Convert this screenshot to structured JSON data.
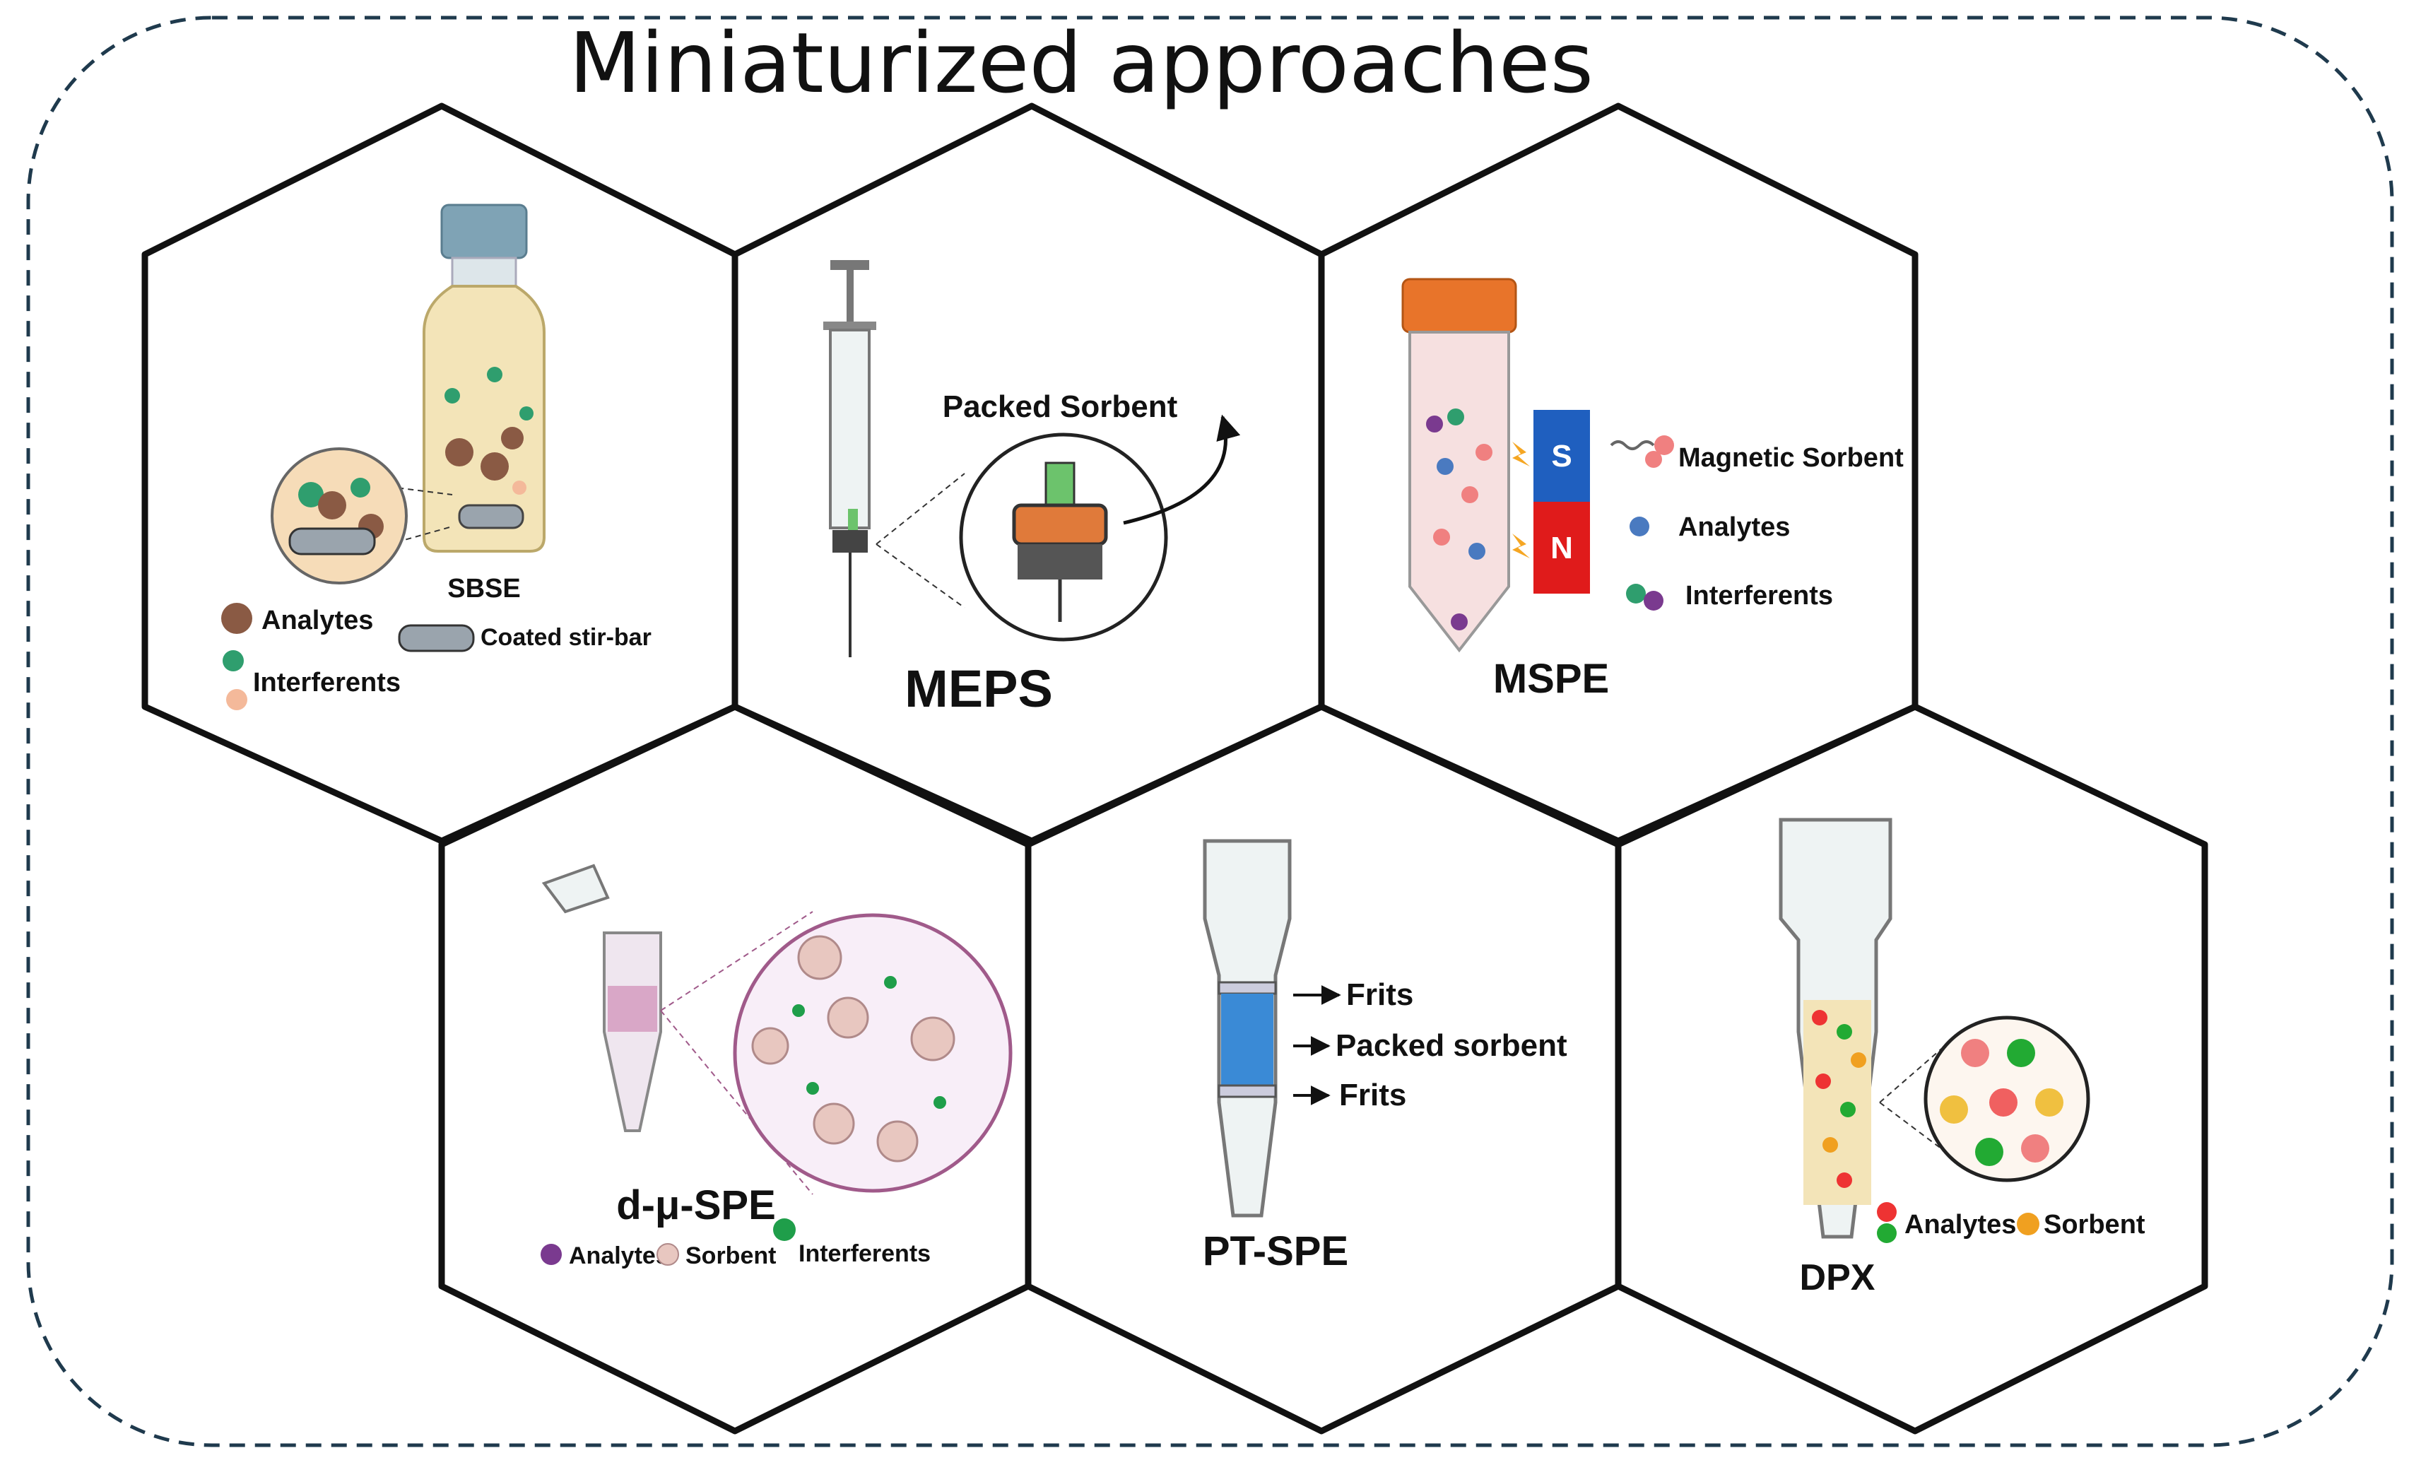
{
  "title": "Miniaturized approaches",
  "panels": {
    "sbse": {
      "name": "SBSE",
      "analytes": "Analytes",
      "interferents": "Interferents",
      "stirbar": "Coated stir-bar"
    },
    "meps": {
      "name": "MEPS",
      "packed": "Packed Sorbent"
    },
    "mspe": {
      "name": "MSPE",
      "magnetic": "Magnetic Sorbent",
      "analytes": "Analytes",
      "interferents": "Interferents",
      "pole_s": "S",
      "pole_n": "N"
    },
    "dspe": {
      "name": "d-μ-SPE",
      "analytes": "Analytes",
      "sorbent": "Sorbent",
      "interferents": "Interferents"
    },
    "ptspe": {
      "name": "PT-SPE",
      "frits_top": "Frits",
      "packed": "Packed sorbent",
      "frits_bottom": "Frits"
    },
    "dpx": {
      "name": "DPX",
      "analytes": "Analytes",
      "sorbent": "Sorbent"
    }
  },
  "colors": {
    "frame": "#1f3a4d",
    "analyte_brown": "#8a5a44",
    "interferent_green": "#2f9e6e",
    "vial_cap": "#7fa3b5",
    "tube_cap": "#e8742a",
    "magnet_s": "#1f5fbf",
    "magnet_n": "#e01b1b",
    "purple": "#7a3a8f",
    "pt_blue": "#3a8ad6"
  }
}
